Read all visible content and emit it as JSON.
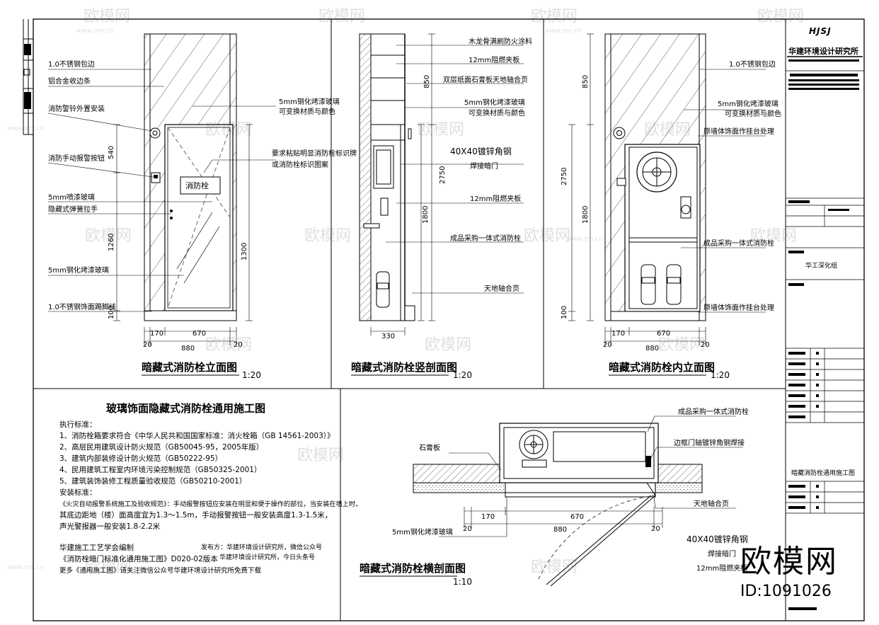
{
  "panels": {
    "elevation": {
      "title": "暗藏式消防栓立面图",
      "scale": "1:20",
      "labels": [
        "1.0不锈钢包边",
        "铝合金收边条",
        "消防警铃外置安装",
        "消防手动报警按钮",
        "5mm喷漆玻璃",
        "隐藏式弹簧拉手",
        "5mm钢化烤漆玻璃",
        "1.0不锈钢饰面踢脚线"
      ],
      "right_labels": [
        "5mm钢化烤漆玻璃",
        "可变换材质与颜色",
        "要求粘贴明显消防栓标识牌",
        "或消防栓标识图案"
      ],
      "box_text": "消防栓",
      "dims_v": [
        "540",
        "1260",
        "100",
        "1300"
      ],
      "dims_h": [
        "170",
        "670",
        "880",
        "20",
        "20"
      ]
    },
    "section": {
      "title": "暗藏式消防栓竖剖面图",
      "scale": "1:20",
      "labels": [
        "木龙骨满刷防火涂料",
        "12mm阻燃夹板",
        "双层纸面石膏板天地轴合页",
        "5mm钢化烤漆玻璃",
        "可变换材质与颜色",
        "40X40镀锌角钢",
        "焊接暗门",
        "12mm阻燃夹板",
        "成品采购一体式消防栓",
        "天地轴合页"
      ],
      "dims_v": [
        "850",
        "2750",
        "1800"
      ],
      "dims_h": [
        "330"
      ]
    },
    "inner": {
      "title": "暗藏式消防栓内立面图",
      "scale": "1:20",
      "labels": [
        "1.0不锈钢包边",
        "5mm钢化烤漆玻璃",
        "可变换材质与颜色",
        "原墙体饰面作挂台处理",
        "成品采购一体式消防栓",
        "原墙体饰面作挂台处理"
      ],
      "dims_v": [
        "850",
        "2750",
        "1800",
        "100"
      ],
      "dims_h": [
        "170",
        "670",
        "880",
        "20",
        "20"
      ]
    },
    "plan": {
      "title": "暗藏式消防栓横剖面图",
      "scale": "1:10",
      "labels": [
        "成品采购一体式消防栓",
        "石膏板",
        "边框门轴镀锌角钢焊接",
        "天地轴合页",
        "40X40镀锌角钢",
        "焊接暗门",
        "12mm阻燃夹板",
        "5mm钢化烤漆玻璃"
      ],
      "dims_h": [
        "170",
        "670",
        "880",
        "20",
        "20"
      ]
    }
  },
  "notes": {
    "title": "玻璃饰面隐藏式消防栓通用施工图",
    "lines": [
      "执行标准：",
      "1、消防栓箱要求符合《中华人民共和国国家标准：消火栓箱（GB 14561-2003）》",
      "2、高层民用建筑设计防火规范（GB50045-95，2005年版）",
      "3、建筑内部装修设计防火规范（GB50222-95）",
      "4、民用建筑工程室内环境污染控制规范（GB50325-2001）",
      "5、建筑装饰装修工程质量验收规范（GB50210-2001）",
      "安装标准：",
      "《火灾自动报警系统施工及验收规范》：手动报警按钮应安装在明显和便于操作的部位，当安装在墙上时，",
      "其底边距地（楼）面高度宜为1.3～1.5m，手动报警按钮一般安装高度1.3-1.5米，",
      "声光警报器一般安装1.8-2.2米",
      "华建施工工艺学会编制",
      "《消防栓暗门标准化通用施工图》D020-02版本",
      "更多《通用施工图》请关注微信公众号华建环境设计研究所免费下载"
    ],
    "publisher": [
      "发布方：华建环境设计研究所，微信公众号",
      "华建环境设计研究所，今日头条号"
    ]
  },
  "title_block": {
    "logo": "HJSJ",
    "org": "华建环境设计研究所",
    "dept": "华工深化组",
    "drawing_name": "暗藏消防栓通用施工图"
  },
  "watermark": {
    "brand": "欧模网",
    "site": "www.om.cn",
    "id": "ID:1091026"
  }
}
